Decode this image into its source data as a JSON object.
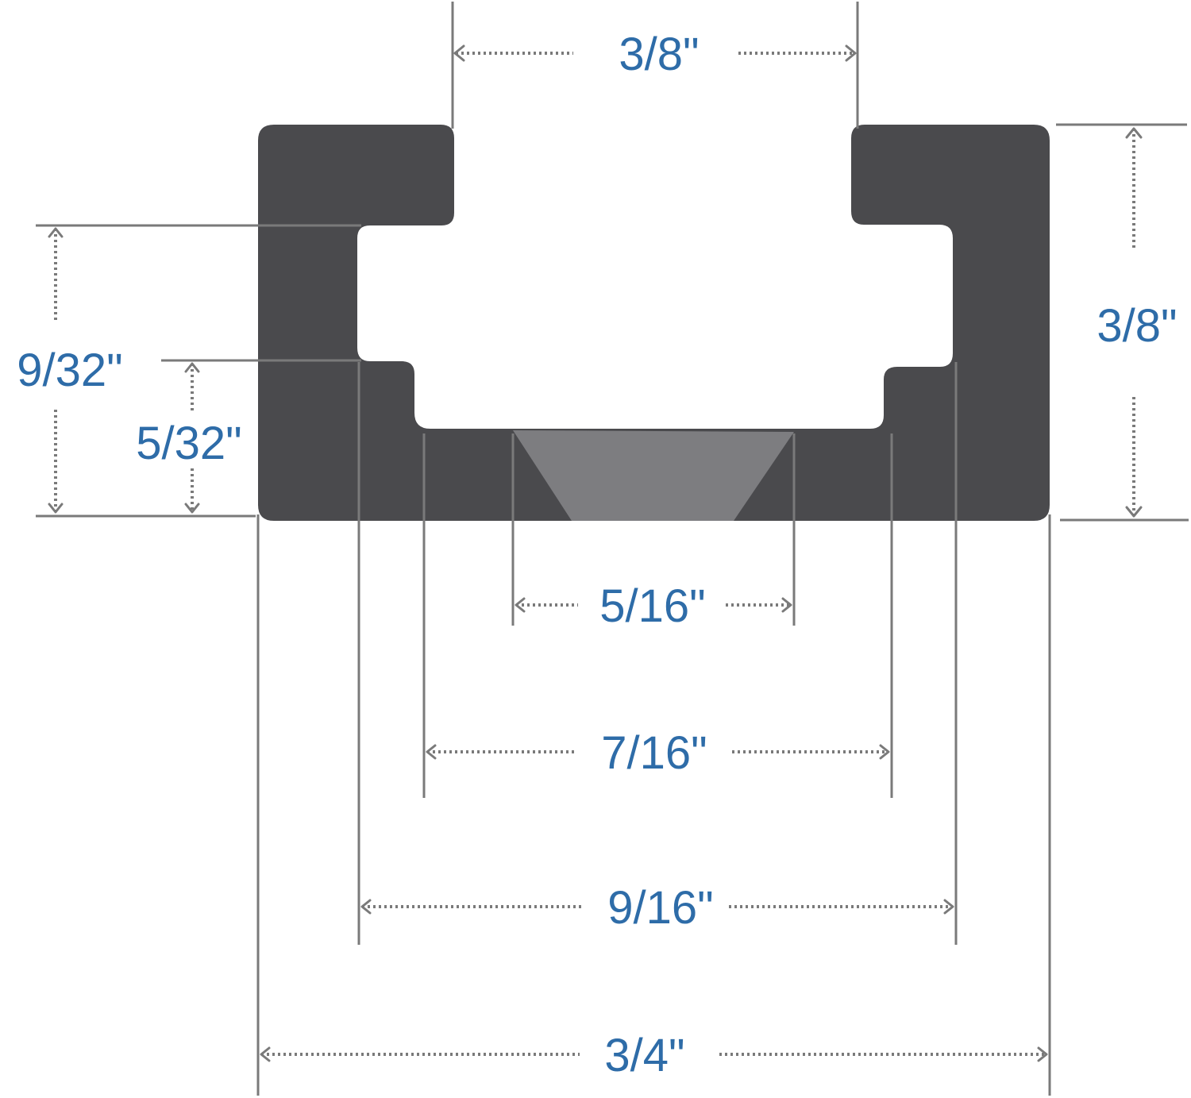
{
  "diagram": {
    "subject": "T-track aluminum profile cross-section with dimensions",
    "colors": {
      "profile": "#4a4a4d",
      "insert": "#7d7d80",
      "dimension_text": "#2e6ca8",
      "dimension_lines": "#7a7a7a",
      "background": "#ffffff"
    },
    "dimensions": {
      "top_slot_opening": "3/8\"",
      "overall_height": "3/8\"",
      "lower_step_height": "9/32\"",
      "bottom_wall_height": "5/32\"",
      "v_groove_width": "5/16\"",
      "inner_floor_width": "7/16\"",
      "slot_inner_width": "9/16\"",
      "overall_width": "3/4\""
    }
  }
}
